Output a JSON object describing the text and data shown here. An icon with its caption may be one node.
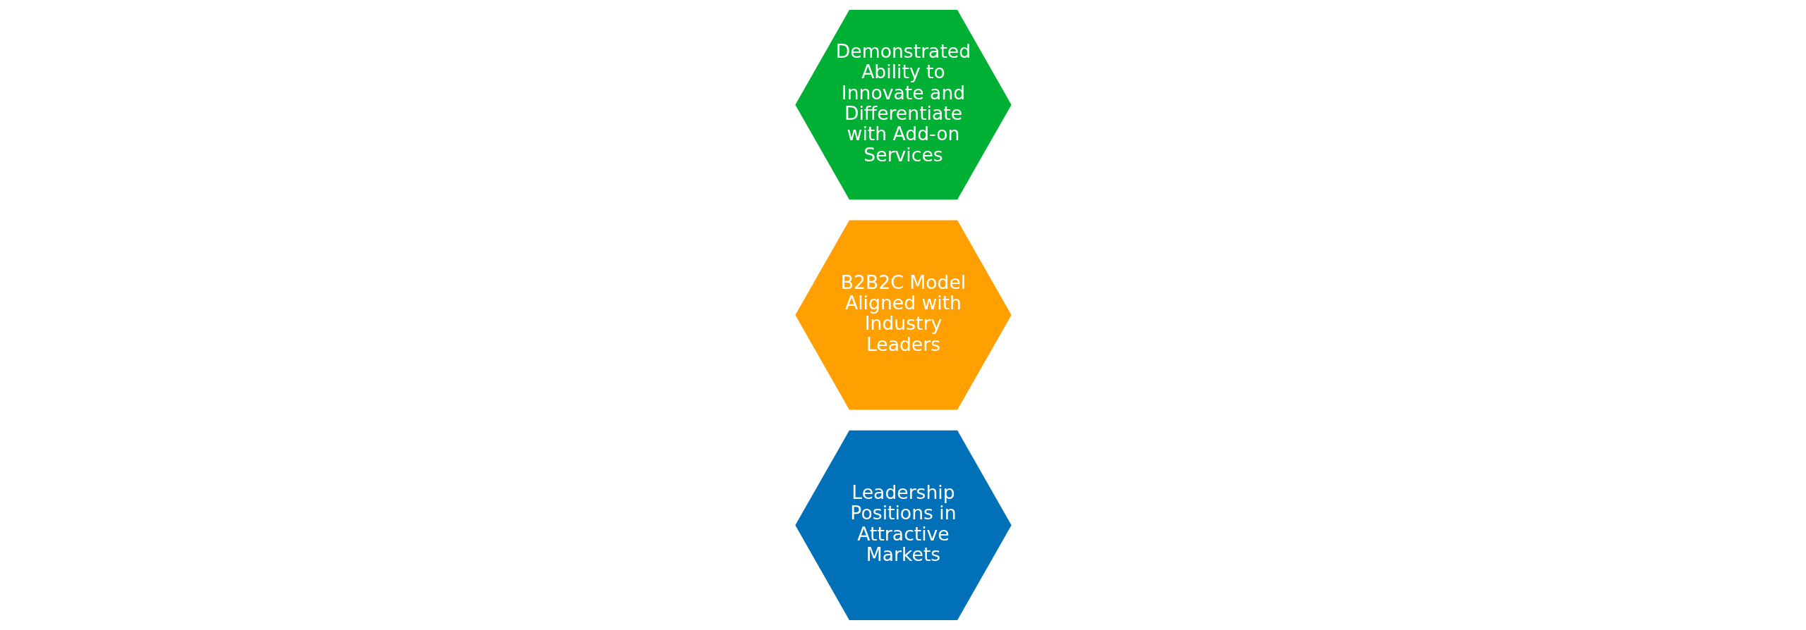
{
  "diagram": {
    "nodes": [
      {
        "text": [
          "Leadership Positions in Attractive Markets"
        ]
      },
      {
        "text": [
          "B2B2C Model Aligned with Industry Leaders"
        ]
      },
      {
        "text": [
          "Demonstrated Ability to Innovate and Differentiate with Add-on Services"
        ]
      }
    ]
  }
}
